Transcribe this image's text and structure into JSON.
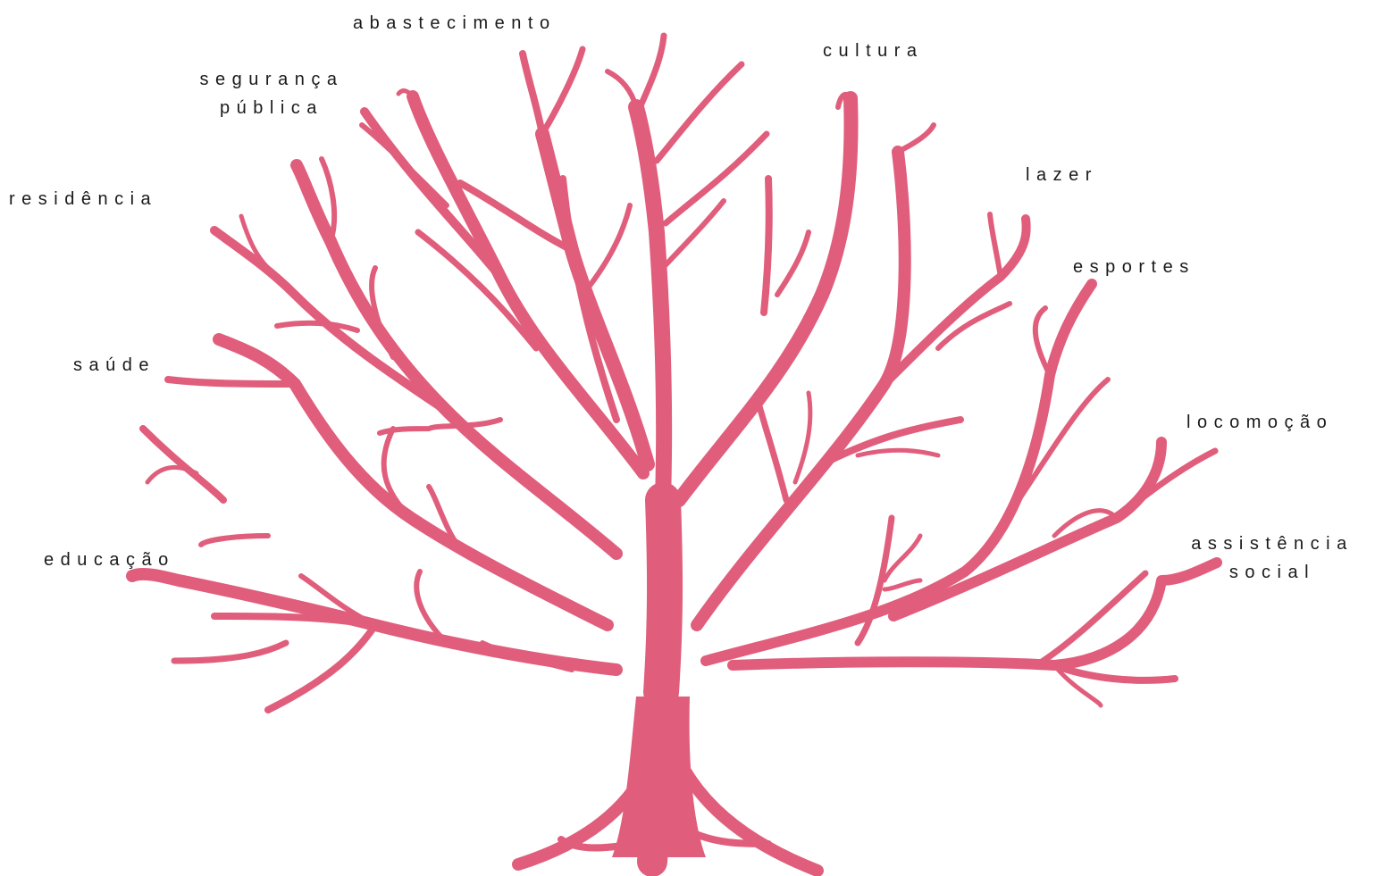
{
  "diagram": {
    "branch_color": "#E05E7C",
    "labels": {
      "abastecimento": "abastecimento",
      "seguranca_1": "segurança",
      "seguranca_2": "pública",
      "cultura": "cultura",
      "residencia": "residência",
      "lazer": "lazer",
      "esportes": "esportes",
      "saude": "saúde",
      "locomocao": "locomoção",
      "educacao": "educação",
      "assistencia_1": "assistência",
      "assistencia_2": "social"
    }
  }
}
